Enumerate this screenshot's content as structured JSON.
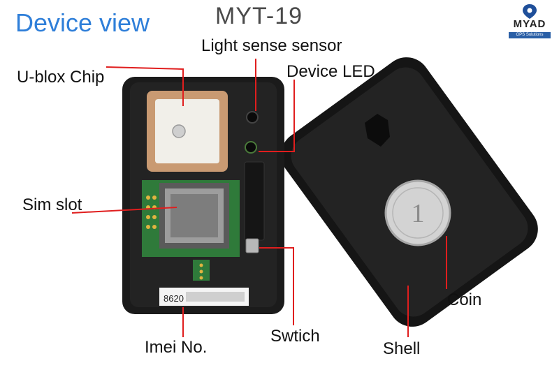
{
  "header": {
    "title": "Device view",
    "model": "MYT-19"
  },
  "logo": {
    "word": "MYAD",
    "tagline": "GPS Solutions"
  },
  "device": {
    "imei_prefix": "8620",
    "coin_text": "1"
  },
  "labels": {
    "ublox_chip": "U-blox Chip",
    "light_sensor": "Light sense sensor",
    "device_led": "Device LED",
    "sim_slot": "Sim slot",
    "imei": "Imei No.",
    "switch": "Swtich",
    "shell": "Shell",
    "coin": "Coin"
  },
  "colors": {
    "title": "#2f7fd9",
    "callout_line": "#e01e1e",
    "device_body": "#1b1b1b",
    "pcb_green": "#2f7a3a",
    "antenna": "#c99a72",
    "coin": "#cfcfcf"
  }
}
